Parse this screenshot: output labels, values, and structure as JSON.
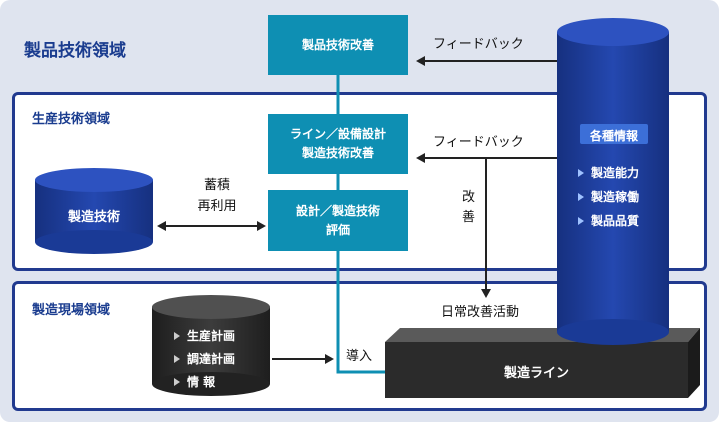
{
  "diagram": {
    "regions": {
      "product": {
        "title": "製品技術領域"
      },
      "production": {
        "title": "生産技術領域"
      },
      "site": {
        "title": "製造現場領域"
      }
    },
    "boxes": {
      "product_improve": {
        "line1": "製品技術改善"
      },
      "line_design": {
        "line1": "ライン／設備設計",
        "line2": "製造技術改善"
      },
      "eval": {
        "line1": "設計／製造技術",
        "line2": "評価"
      }
    },
    "tech_cylinder": {
      "label": "製造技術"
    },
    "info_cylinder": {
      "title": "各種情報",
      "items": [
        "製造能力",
        "製造稼働",
        "製品品質"
      ]
    },
    "plan_cylinder": {
      "items": [
        "生産計画",
        "調達計画",
        "情 報"
      ]
    },
    "labels": {
      "feedback_top": "フィードバック",
      "feedback_mid": "フィードバック",
      "store_line1": "蓄積",
      "store_line2": "再利用",
      "improve_line1": "改",
      "improve_line2": "善",
      "daily": "日常改善活動",
      "introduce": "導入"
    },
    "production_line": {
      "label": "製造ライン"
    },
    "colors": {
      "navy": "#213a8f",
      "teal": "#0e8fb3",
      "dark_block": "#2a2a2a",
      "cylinder_blue": "#1c3b9a"
    }
  }
}
